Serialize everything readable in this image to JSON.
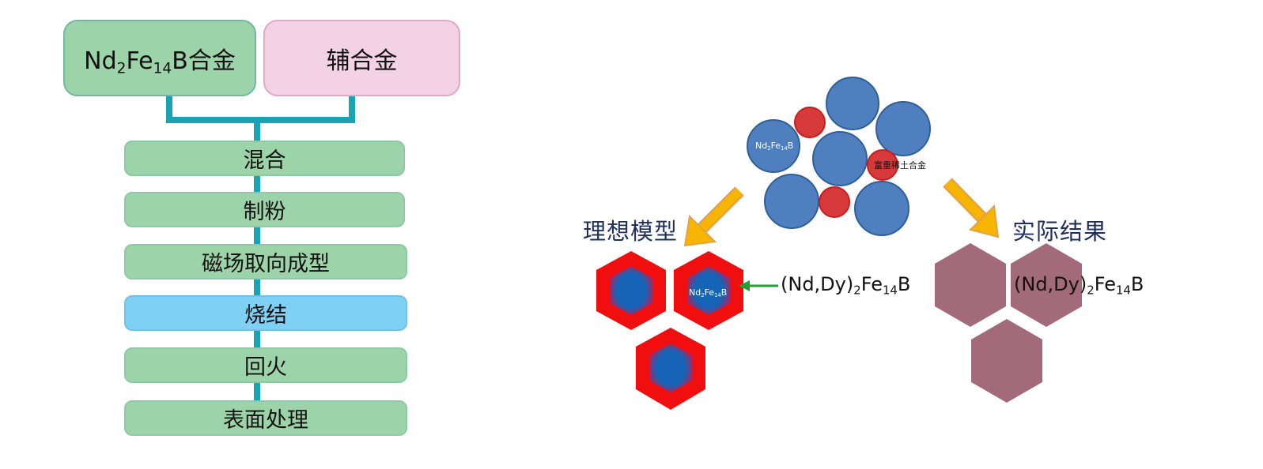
{
  "process": {
    "alloy_main": {
      "pre": "Nd",
      "s1": "2",
      "mid": "Fe",
      "s2": "14",
      "post": "B合金"
    },
    "alloy_aux": "辅合金",
    "steps": [
      "混合",
      "制粉",
      "磁场取向成型",
      "烧结",
      "回火",
      "表面处理"
    ]
  },
  "model": {
    "circle_main_label": {
      "pre": "Nd",
      "s1": "2",
      "mid": "Fe",
      "s2": "14",
      "post": "B"
    },
    "circle_rich_label": "富重稀土合金",
    "ideal_label": "理想模型",
    "actual_label": "实际结果",
    "hex_core_label": {
      "pre": "Nd",
      "s1": "2",
      "mid": "Fe",
      "s2": "14",
      "post": "B"
    },
    "shell_formula": {
      "pre": "(Nd,Dy)",
      "s1": "2",
      "mid": "Fe",
      "s2": "14",
      "post": "B"
    },
    "actual_formula": {
      "pre": "(Nd,Dy)",
      "s1": "2",
      "mid": "Fe",
      "s2": "14",
      "post": "B"
    }
  },
  "colors": {
    "step_green": "#9dd3a8",
    "sinter_blue": "#7fd0f5",
    "connector": "#1aa2b5",
    "grain_blue": "#4f7fbf",
    "rich_red": "#e03030",
    "arrow_yellow": "#f7b500",
    "actual_grain": "#a36a7c"
  }
}
